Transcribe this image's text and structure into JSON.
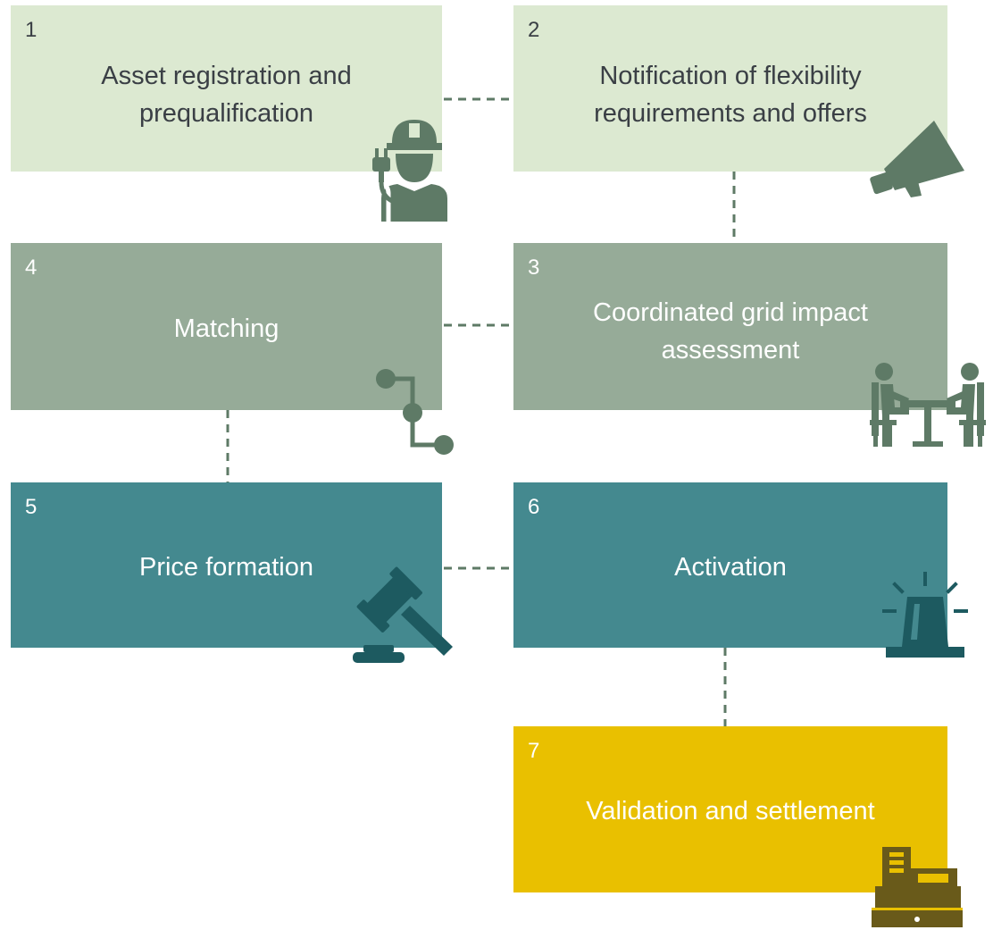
{
  "colors": {
    "light_green": "#dce9d1",
    "sage_green": "#96ab98",
    "teal": "#44898f",
    "gold": "#e9c000",
    "dark_green_icon": "#5e7a66",
    "dark_teal_icon": "#1d5a60",
    "brown_icon": "#695a1a",
    "connector": "#5e7a66",
    "text_dark": "#3a3f45",
    "text_light": "#ffffff"
  },
  "steps": [
    {
      "number": "1",
      "title": "Asset registration and\nprequalification",
      "icon": "worker-with-plug-icon"
    },
    {
      "number": "2",
      "title": "Notification of flexibility\nrequirements and offers",
      "icon": "megaphone-icon"
    },
    {
      "number": "3",
      "title": "Coordinated grid impact\nassessment",
      "icon": "meeting-table-icon"
    },
    {
      "number": "4",
      "title": "Matching",
      "icon": "node-connection-icon"
    },
    {
      "number": "5",
      "title": "Price formation",
      "icon": "gavel-icon"
    },
    {
      "number": "6",
      "title": "Activation",
      "icon": "alarm-beacon-icon"
    },
    {
      "number": "7",
      "title": "Validation and settlement",
      "icon": "cash-register-icon"
    }
  ]
}
